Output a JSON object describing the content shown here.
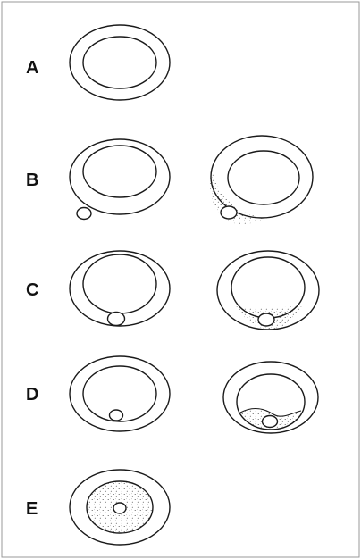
{
  "figure": {
    "rows": [
      {
        "label": "A"
      },
      {
        "label": "B"
      },
      {
        "label": "C"
      },
      {
        "label": "D"
      },
      {
        "label": "E"
      }
    ]
  },
  "colors": {
    "line": "#1a1a1a",
    "stipple": "#555555",
    "background": "#ffffff"
  }
}
